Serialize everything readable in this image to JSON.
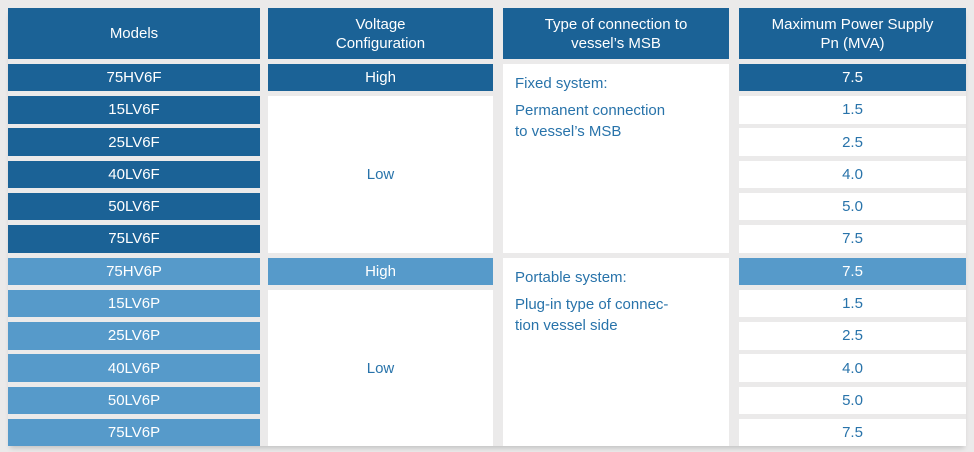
{
  "palette": {
    "dark_blue": "#1b6296",
    "light_blue": "#569aca",
    "text_blue": "#2873aa",
    "page_bg": "#ebeaea",
    "cell_white": "#ffffff"
  },
  "headers": {
    "models": "Models",
    "voltage": "Voltage\nConfiguration",
    "connection": "Type of connection to\nvessel’s MSB",
    "power": "Maximum Power Supply\nPn (MVA)"
  },
  "groups": [
    {
      "voltage_high_label": "High",
      "voltage_low_label": "Low",
      "connection_title": "Fixed system:",
      "connection_desc": "Permanent connection\nto vessel’s MSB",
      "rows": [
        {
          "model": "75HV6F",
          "power_mva": "7.5"
        },
        {
          "model": "15LV6F",
          "power_mva": "1.5"
        },
        {
          "model": "25LV6F",
          "power_mva": "2.5"
        },
        {
          "model": "40LV6F",
          "power_mva": "4.0"
        },
        {
          "model": "50LV6F",
          "power_mva": "5.0"
        },
        {
          "model": "75LV6F",
          "power_mva": "7.5"
        }
      ]
    },
    {
      "voltage_high_label": "High",
      "voltage_low_label": "Low",
      "connection_title": "Portable system:",
      "connection_desc": "Plug-in type of connec-\ntion vessel side",
      "rows": [
        {
          "model": "75HV6P",
          "power_mva": "7.5"
        },
        {
          "model": "15LV6P",
          "power_mva": "1.5"
        },
        {
          "model": "25LV6P",
          "power_mva": "2.5"
        },
        {
          "model": "40LV6P",
          "power_mva": "4.0"
        },
        {
          "model": "50LV6P",
          "power_mva": "5.0"
        },
        {
          "model": "75LV6P",
          "power_mva": "7.5"
        }
      ]
    }
  ]
}
